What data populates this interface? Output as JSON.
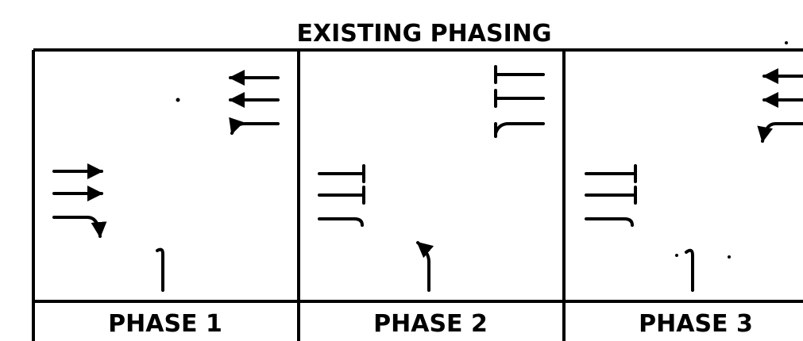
{
  "title": "EXISTING PHASING",
  "phases": [
    {
      "label": "PHASE 1"
    },
    {
      "label": "PHASE 2"
    },
    {
      "label": "PHASE 3"
    }
  ],
  "colors": {
    "ink": "#000000",
    "background": "#ffffff"
  }
}
